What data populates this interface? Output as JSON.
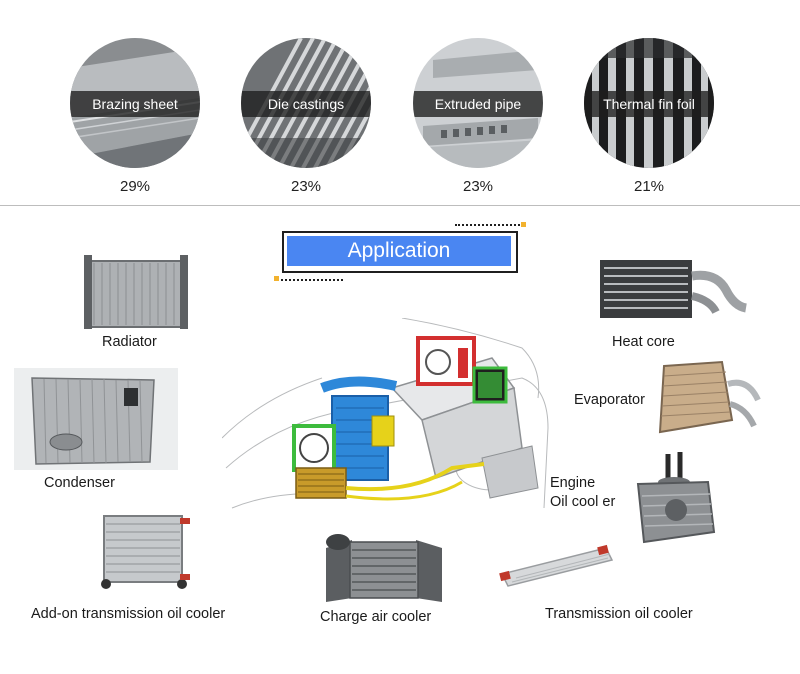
{
  "materials": [
    {
      "label": "Brazing sheet",
      "percent": "29%"
    },
    {
      "label": "Die castings",
      "percent": "23%"
    },
    {
      "label": "Extruded pipe",
      "percent": "23%"
    },
    {
      "label": "Thermal fin foil",
      "percent": "21%"
    }
  ],
  "application": {
    "title": "Application"
  },
  "components": {
    "radiator": "Radiator",
    "heat_core": "Heat core",
    "condenser": "Condenser",
    "evaporator": "Evaporator",
    "engine_oil_cooler_line1": "Engine",
    "engine_oil_cooler_line2": "Oil cool er",
    "add_on_transmission": "Add-on transmission oil cooler",
    "charge_air": "Charge air cooler",
    "transmission": "Transmission oil cooler"
  }
}
